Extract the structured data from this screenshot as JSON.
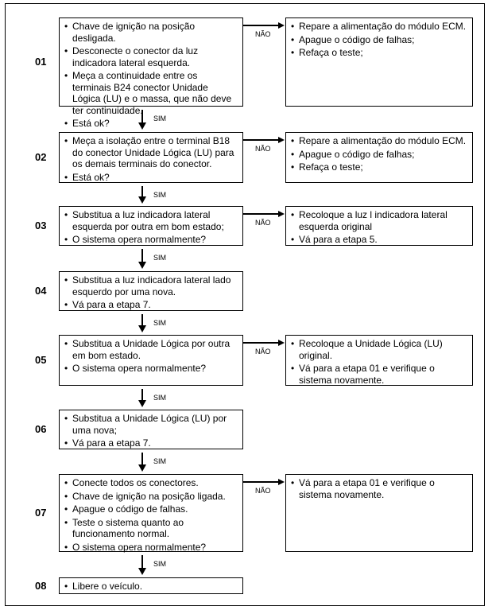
{
  "flow": {
    "steps": [
      {
        "number": "01",
        "actions": [
          "Chave de ignição na posição desligada.",
          "Desconecte o conector da luz indicadora lateral esquerda.",
          "Meça a continuidade entre os terminais B24 conector Unidade Lógica (LU) e o massa, que não deve ter continuidade.",
          "Está ok?"
        ],
        "no_label": "NÃO",
        "no_actions": [
          "Repare a alimentação do módulo ECM.",
          "Apague o código de falhas;",
          "Refaça o teste;"
        ],
        "yes_label": "SIM"
      },
      {
        "number": "02",
        "actions": [
          "Meça a isolação entre o terminal B18 do conector Unidade Lógica (LU) para os demais terminais do conector.",
          "Está ok?"
        ],
        "no_label": "NÃO",
        "no_actions": [
          "Repare a alimentação do módulo ECM.",
          "Apague o código de falhas;",
          "Refaça o teste;"
        ],
        "yes_label": "SIM"
      },
      {
        "number": "03",
        "actions": [
          "Substitua a luz indicadora lateral esquerda por outra em bom estado;",
          "O sistema opera normalmente?"
        ],
        "no_label": "NÃO",
        "no_actions": [
          "Recoloque a luz l indicadora lateral esquerda original",
          "Vá para a etapa 5."
        ],
        "yes_label": "SIM"
      },
      {
        "number": "04",
        "actions": [
          "Substitua a luz indicadora lateral lado esquerdo por uma nova.",
          "Vá para a etapa 7."
        ],
        "yes_label": "SIM"
      },
      {
        "number": "05",
        "actions": [
          "Substitua a Unidade Lógica por outra em bom estado.",
          "O sistema opera normalmente?"
        ],
        "no_label": "NÃO",
        "no_actions": [
          "Recoloque a Unidade Lógica (LU) original.",
          "Vá para a etapa 01 e verifique o sistema novamente."
        ],
        "yes_label": "SIM"
      },
      {
        "number": "06",
        "actions": [
          "Substitua a Unidade Lógica (LU) por uma nova;",
          "Vá para a etapa 7."
        ],
        "yes_label": "SIM"
      },
      {
        "number": "07",
        "actions": [
          "Conecte todos os conectores.",
          "Chave de ignição na posição ligada.",
          "Apague o código de falhas.",
          "Teste o sistema quanto ao funcionamento normal.",
          "O sistema opera normalmente?"
        ],
        "no_label": "NÃO",
        "no_actions": [
          "Vá para a etapa 01 e verifique o sistema novamente."
        ],
        "yes_label": "SIM"
      },
      {
        "number": "08",
        "actions": [
          "Libere o veículo."
        ]
      }
    ]
  }
}
